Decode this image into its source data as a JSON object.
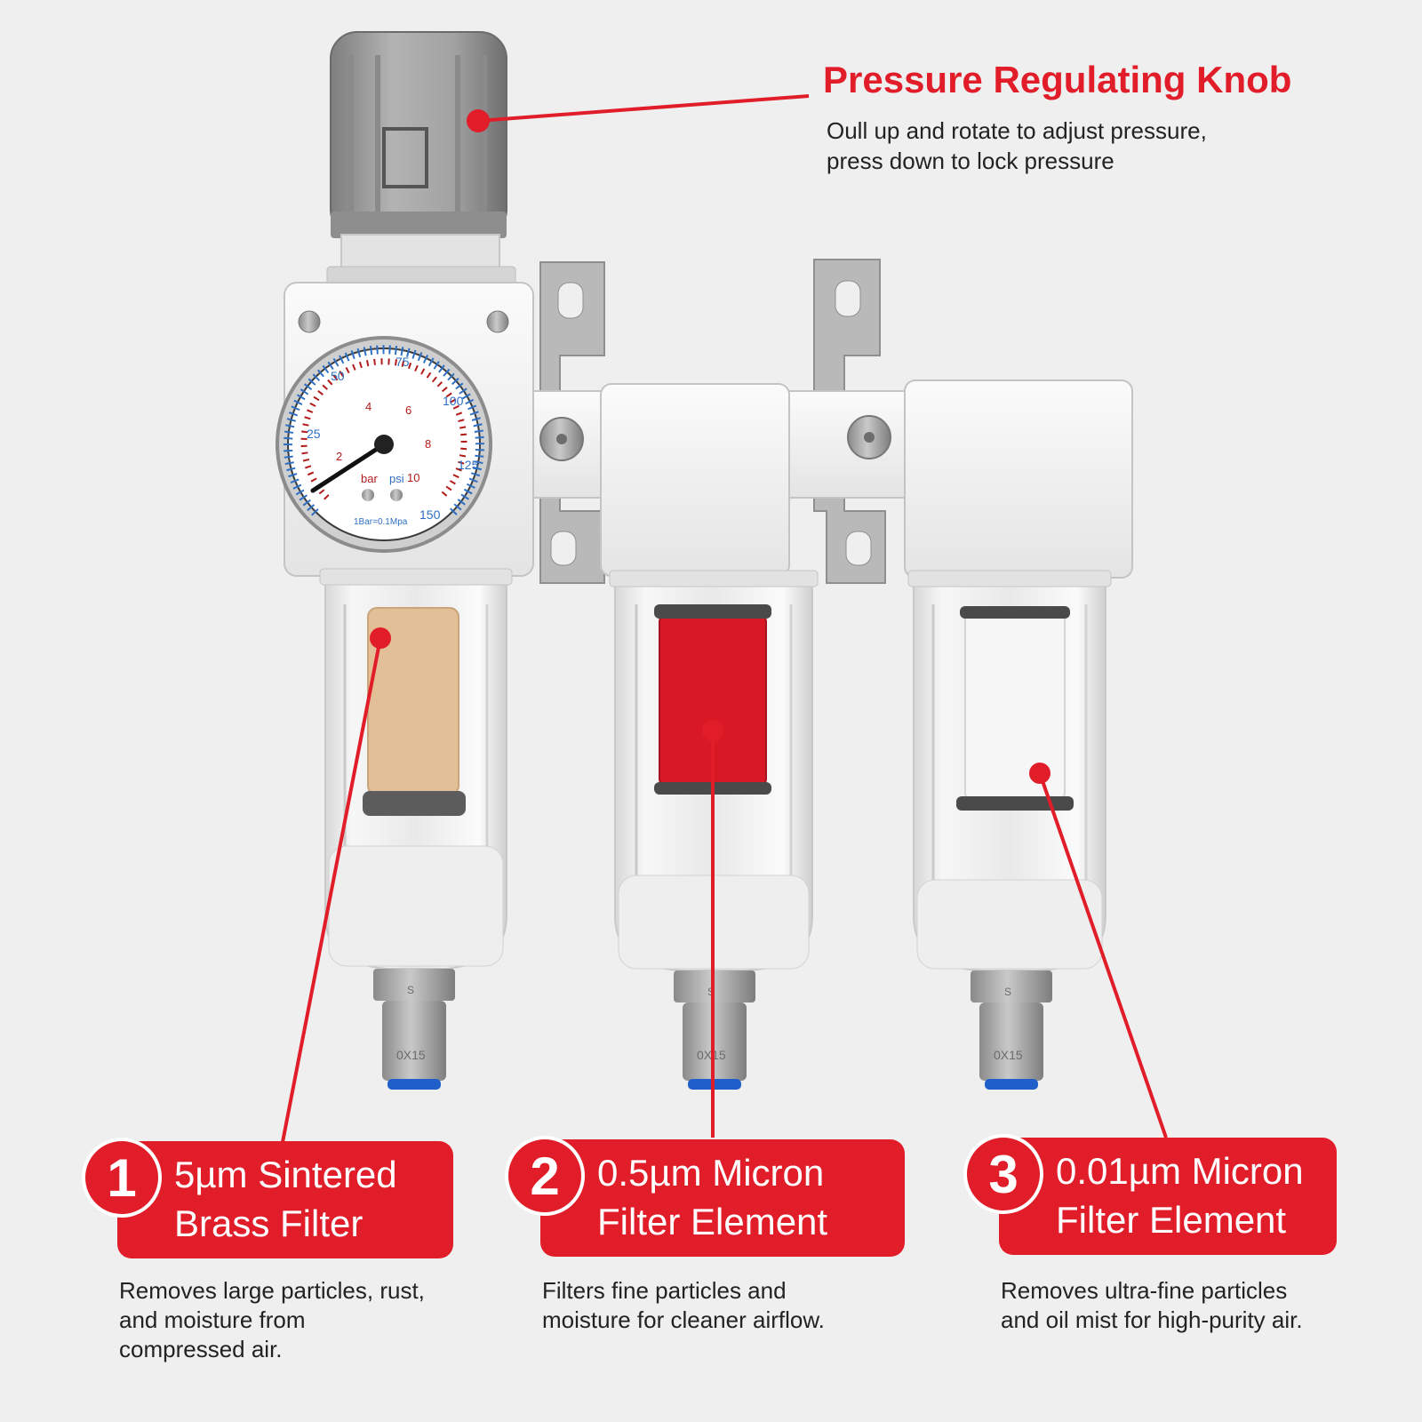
{
  "colors": {
    "background": "#efefef",
    "accent_red": "#e11d2a",
    "body_white": "#f4f4f4",
    "knob_gray": "#9d9d9d",
    "brass": "#e3bf97",
    "red_element": "#d91826",
    "white_element": "#f7f7f7",
    "fitting_blue": "#1f5fc9"
  },
  "knob_callout": {
    "title": "Pressure Regulating Knob",
    "desc_line1": "Oull up and rotate to adjust pressure,",
    "desc_line2": "press down to lock pressure"
  },
  "gauge": {
    "psi_ticks": [
      "25",
      "50",
      "75",
      "100",
      "125",
      "150"
    ],
    "bar_ticks": [
      "2",
      "4",
      "6",
      "8",
      "10"
    ],
    "bar_label": "bar",
    "psi_label": "psi",
    "conversion": "1Bar=0.1Mpa"
  },
  "drain_markings": {
    "mark_s": "S",
    "mark_code": "0X15"
  },
  "stages": [
    {
      "number": "1",
      "title_line1": "5µm Sintered",
      "title_line2": "Brass Filter",
      "desc_line1": "Removes large particles, rust,",
      "desc_line2": "and moisture from",
      "desc_line3": "compressed air.",
      "element_icon": "brass-filter-icon"
    },
    {
      "number": "2",
      "title_line1": "0.5µm Micron",
      "title_line2": "Filter Element",
      "desc_line1": "Filters fine particles and",
      "desc_line2": "moisture for cleaner airflow.",
      "element_icon": "red-filter-icon"
    },
    {
      "number": "3",
      "title_line1": "0.01µm Micron",
      "title_line2": "Filter Element",
      "desc_line1": "Removes ultra-fine particles",
      "desc_line2": "and oil mist for high-purity air.",
      "element_icon": "white-filter-icon"
    }
  ]
}
